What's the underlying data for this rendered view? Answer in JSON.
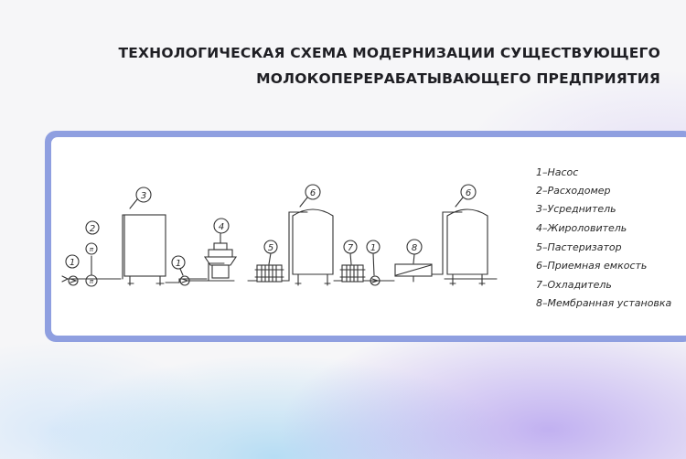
{
  "title": {
    "line1": "ТЕХНОЛОГИЧЕСКАЯ СХЕМА МОДЕРНИЗАЦИИ СУЩЕСТВУЮЩЕГО",
    "line2": "МОЛОКОПЕРЕРАБАТЫВАЮЩЕГО ПРЕДПРИЯТИЯ"
  },
  "diagram": {
    "markers": [
      "1",
      "2",
      "3",
      "1",
      "4",
      "5",
      "6",
      "7",
      "1",
      "8",
      "6"
    ],
    "gauge_symbol": "π",
    "legend": [
      "1–Насос",
      "2–Расходомер",
      "3–Усреднитель",
      "4–Жироловитель",
      "5–Пастеризатор",
      "6–Приемная емкость",
      "7–Охладитель",
      "8–Мембранная установка"
    ]
  },
  "colors": {
    "card_border": "#8f9fe0",
    "line": "#333333"
  }
}
